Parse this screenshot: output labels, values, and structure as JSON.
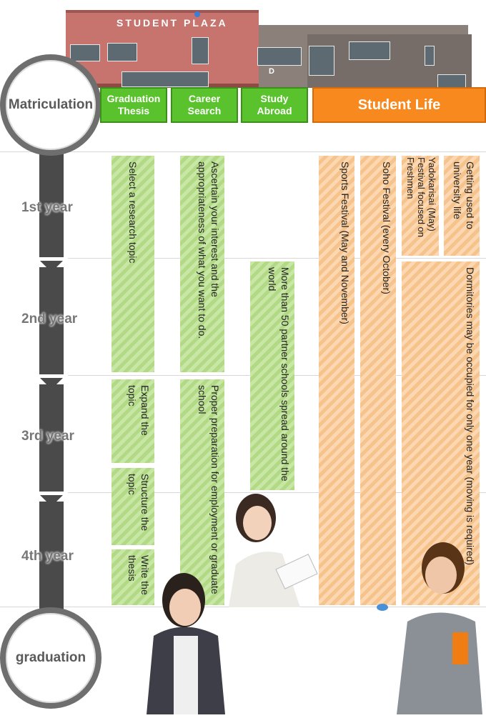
{
  "building": {
    "sign": "STUDENT PLAZA",
    "letter": "D"
  },
  "milestones": {
    "start": "Matriculation",
    "end": "graduation"
  },
  "years": [
    "1st year",
    "2nd year",
    "3rd year",
    "4th year"
  ],
  "headers": {
    "graduation_thesis": "Graduation Thesis",
    "career_search": "Career Search",
    "study_abroad": "Study Abroad",
    "student_life": "Student Life"
  },
  "colors": {
    "green": "#5ac22c",
    "orange": "#f7891e",
    "timeline": "#4a4a4a"
  },
  "thesis": {
    "select_topic": "Select a research topic",
    "expand_topic": "Expand the topic",
    "structure_topic": "Structure the topic",
    "write_thesis": "Write the thesis"
  },
  "career": {
    "interest": "Ascertain your interest and the appropriateness of what you want to do.",
    "preparation": "Proper preparation for employment or graduate school"
  },
  "abroad": {
    "partners": "More than 50 partner schools spread around the world"
  },
  "life": {
    "sports": "Sports Festival (May and November)",
    "soho": "Soho Festival (every October)",
    "yadokarisai": "Yadokarisai (May) Festival focused on Freshmen",
    "getting_used": "Getting used to university life",
    "dormitories": "Dormitories may be occupied for only one year (moving is required)"
  }
}
